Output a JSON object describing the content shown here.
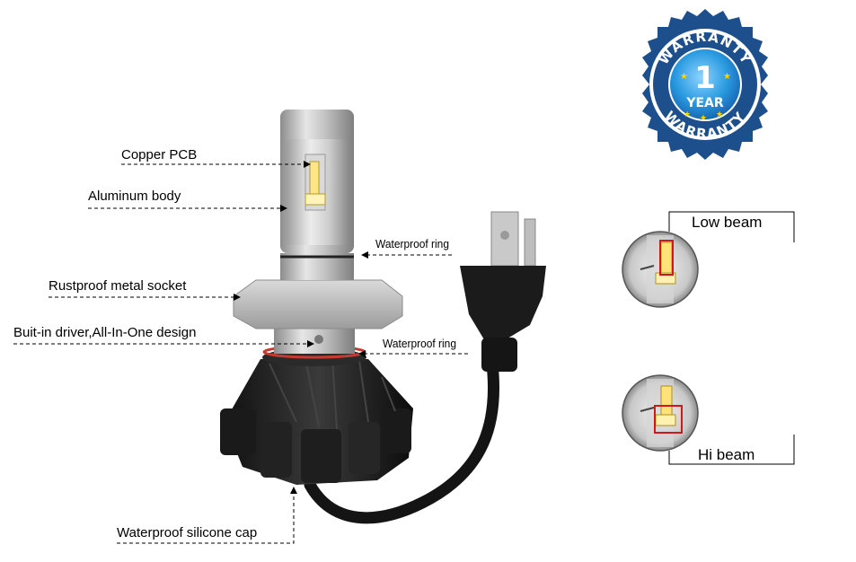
{
  "labels": {
    "copper_pcb": "Copper PCB",
    "aluminum_body": "Aluminum body",
    "waterproof_ring_top": "Waterproof ring",
    "rustproof_socket": "Rustproof metal socket",
    "built_in_driver": "Buit-in driver,All-In-One design",
    "waterproof_ring_bottom": "Waterproof ring",
    "silicone_cap": "Waterproof silicone cap"
  },
  "warranty": {
    "top_text": "WARRANTY",
    "bottom_text": "WARRANTY",
    "number": "1",
    "unit": "YEAR",
    "colors": {
      "outer": "#1d4f8c",
      "inner": "#2a9be0",
      "star": "#f5d500"
    }
  },
  "beams": {
    "low": "Low beam",
    "high": "Hi beam",
    "highlight_color": "#d01818"
  }
}
